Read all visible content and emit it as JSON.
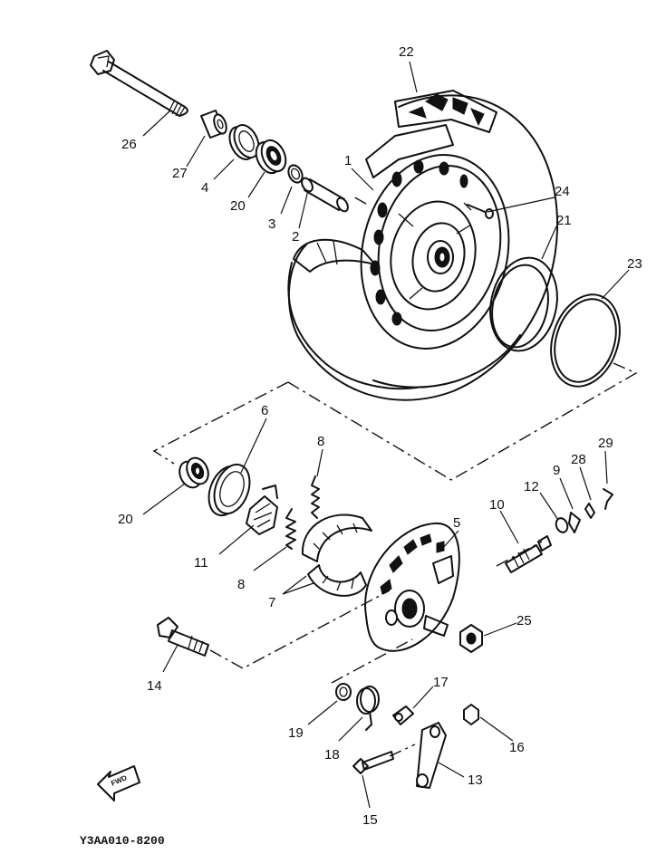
{
  "diagram_code": "Y3AA010-8200",
  "forward_label": "FWD",
  "callouts": {
    "c1": "1",
    "c2": "2",
    "c3": "3",
    "c4": "4",
    "c5": "5",
    "c6": "6",
    "c7": "7",
    "c8a": "8",
    "c8b": "8",
    "c9": "9",
    "c10": "10",
    "c11": "11",
    "c12": "12",
    "c13": "13",
    "c14": "14",
    "c15": "15",
    "c16": "16",
    "c17": "17",
    "c18": "18",
    "c19": "19",
    "c20a": "20",
    "c20b": "20",
    "c21": "21",
    "c22": "22",
    "c23": "23",
    "c24": "24",
    "c25": "25",
    "c26": "26",
    "c27": "27",
    "c28": "28",
    "c29": "29"
  }
}
